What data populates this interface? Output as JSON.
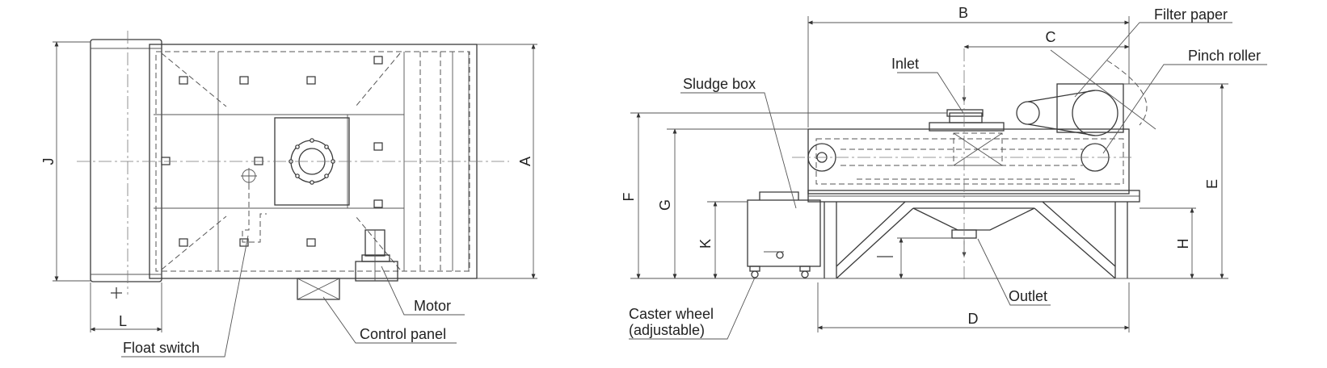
{
  "labels": {
    "filter_paper": "Filter paper",
    "pinch_roller": "Pinch roller",
    "inlet": "Inlet",
    "sludge_box": "Sludge box",
    "outlet": "Outlet",
    "caster_wheel_line1": "Caster wheel",
    "caster_wheel_line2": "(adjustable)",
    "motor": "Motor",
    "control_panel": "Control panel",
    "float_switch": "Float switch"
  },
  "dimensions": {
    "A": "A",
    "B": "B",
    "C": "C",
    "D": "D",
    "E": "E",
    "F": "F",
    "G": "G",
    "H": "H",
    "J": "J",
    "K": "K",
    "L": "L"
  }
}
